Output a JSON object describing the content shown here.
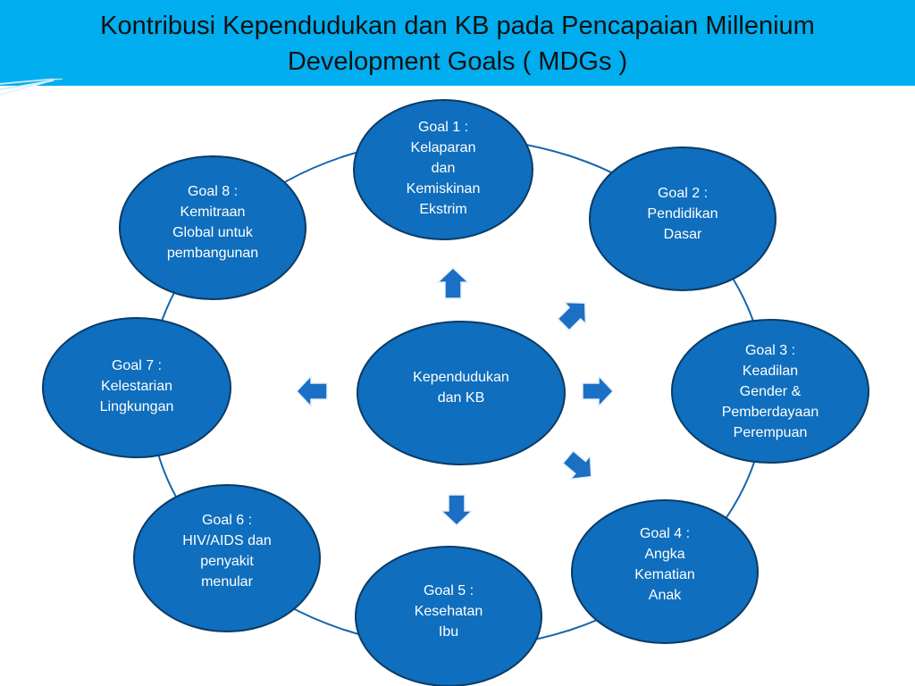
{
  "title": {
    "line1": "Kontribusi Kependudukan dan KB pada Pencapaian Millenium",
    "line2": "Development Goals ( MDGs )"
  },
  "colors": {
    "title_bar": "#00aeef",
    "node_fill": "#0f6ebd",
    "node_stroke": "#0b3b66",
    "ring": "#1565b0",
    "arrow_fill": "#1b6fc4",
    "text": "#ffffff"
  },
  "center": {
    "lines": [
      "Kependudukan",
      "dan KB"
    ]
  },
  "goals": [
    {
      "id": "goal-1",
      "lines": [
        "Goal 1 :",
        "Kelaparan",
        "dan",
        "Kemiskinan",
        "Ekstrim"
      ]
    },
    {
      "id": "goal-2",
      "lines": [
        "Goal 2 :",
        "Pendidikan",
        "Dasar"
      ]
    },
    {
      "id": "goal-3",
      "lines": [
        "Goal 3 :",
        "Keadilan",
        "Gender &",
        "Pemberdayaan",
        "Perempuan"
      ]
    },
    {
      "id": "goal-4",
      "lines": [
        "Goal 4 :",
        "Angka",
        "Kematian",
        "Anak"
      ]
    },
    {
      "id": "goal-5",
      "lines": [
        "Goal 5 :",
        "Kesehatan",
        "Ibu"
      ]
    },
    {
      "id": "goal-6",
      "lines": [
        "Goal 6 :",
        "HIV/AIDS dan",
        "penyakit",
        "menular"
      ]
    },
    {
      "id": "goal-7",
      "lines": [
        "Goal 7 :",
        "Kelestarian",
        "Lingkungan"
      ]
    },
    {
      "id": "goal-8",
      "lines": [
        "Goal 8 :",
        "Kemitraan",
        "Global untuk",
        "pembangunan"
      ]
    }
  ]
}
